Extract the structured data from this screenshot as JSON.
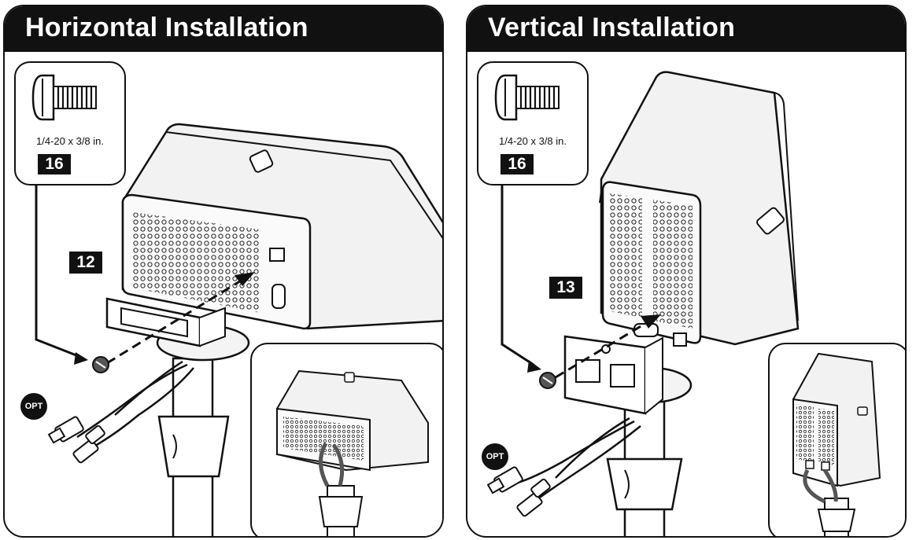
{
  "panels": [
    {
      "title": "Horizontal Installation",
      "hardware_spec": "1/4-20 x 3/8 in.",
      "hardware_qty": "16",
      "bracket_label": "12",
      "opt_label": "OPT"
    },
    {
      "title": "Vertical Installation",
      "hardware_spec": "1/4-20 x 3/8 in.",
      "hardware_qty": "16",
      "bracket_label": "13",
      "opt_label": "OPT"
    }
  ],
  "icons": [
    "screw-icon",
    "arrow-icon",
    "ethernet-connector-icon",
    "power-connector-icon"
  ]
}
